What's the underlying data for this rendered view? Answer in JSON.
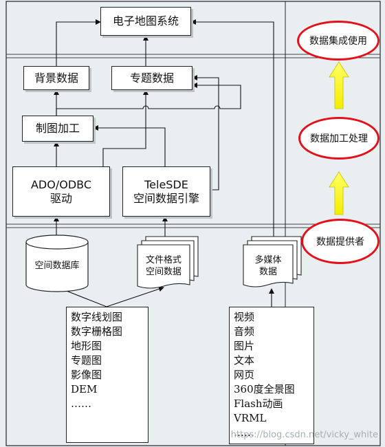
{
  "system_title": "电子地图系统",
  "nodes": {
    "background_data": "背景数据",
    "thematic_data": "专题数据",
    "cartography": "制图加工",
    "ado_line1": "ADO/ODBC",
    "ado_line2": "驱动",
    "telesde_line1": "TeleSDE",
    "telesde_line2": "空间数据引擎",
    "spatial_db": "空间数据库",
    "file_format_line1": "文件格式",
    "file_format_line2": "空间数据",
    "multimedia_line1": "多媒体",
    "multimedia_line2": "数据"
  },
  "left_list": [
    "数字线划图",
    "数字栅格图",
    "地形图",
    "专题图",
    "影像图",
    "DEM",
    "……"
  ],
  "right_list": [
    "视频",
    "音频",
    "图片",
    "文本",
    "网页",
    "360度全景图",
    "Flash动画",
    "VRML",
    "……"
  ],
  "layers": {
    "top": "数据集成使用",
    "middle": "数据加工处理",
    "bottom": "数据提供者"
  },
  "colors": {
    "highlight_ring": "#e4101a",
    "arrow_fill": "#ffff00",
    "background": "#e9eef0"
  },
  "watermark": "https://blog.csdn.net/vicky_white"
}
